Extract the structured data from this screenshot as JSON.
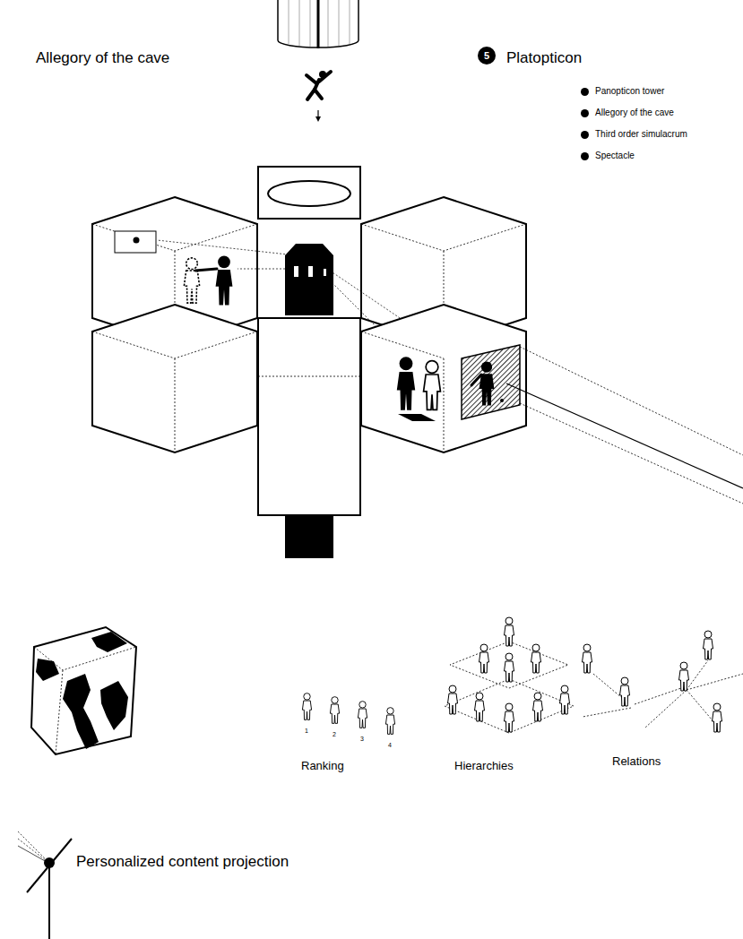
{
  "diagram": {
    "title": "Platopticon",
    "nodes": [
      {
        "text": [
          "5"
        ]
      }
    ],
    "labels": [
      "Allegory of the cave",
      "1",
      "2",
      "3",
      "4",
      "Ranking",
      "Hierarchies",
      "Relations",
      "Personalized content projection"
    ],
    "legend": [
      {
        "text": "Panopticon tower",
        "color": "#000000"
      },
      {
        "text": "Allegory of the cave",
        "color": "#000000"
      },
      {
        "text": "Third order simulacrum",
        "color": "#000000"
      },
      {
        "text": "Spectacle",
        "color": "#000000"
      }
    ]
  }
}
